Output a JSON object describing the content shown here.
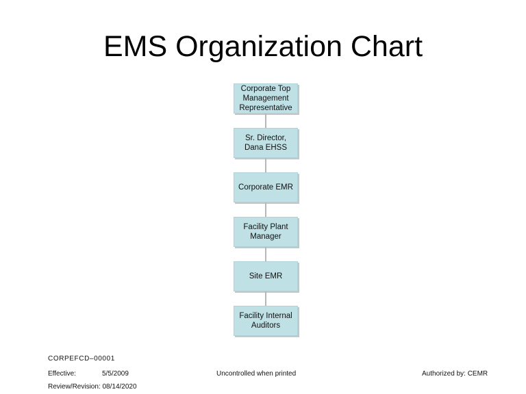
{
  "title": "EMS Organization Chart",
  "colors": {
    "box_fill": "#bfe0e4",
    "box_border": "#aed2d7",
    "box_shadow": "#c3c7c7",
    "connector": "#b3b9b9"
  },
  "orgchart": {
    "type": "org-chart-vertical",
    "nodes": [
      {
        "label": "Corporate Top Management Representative"
      },
      {
        "label": "Sr. Director, Dana EHSS"
      },
      {
        "label": "Corporate EMR"
      },
      {
        "label": "Facility Plant Manager"
      },
      {
        "label": "Site EMR"
      },
      {
        "label": "Facility Internal Auditors"
      }
    ]
  },
  "footer": {
    "doc_id": "CORPEFCD–00001",
    "effective_label": "Effective:",
    "effective_date": "5/5/2009",
    "revision_label": "Review/Revision:",
    "revision_date": "08/14/2020",
    "center_note": "Uncontrolled when printed",
    "authorized": "Authorized by: CEMR"
  }
}
